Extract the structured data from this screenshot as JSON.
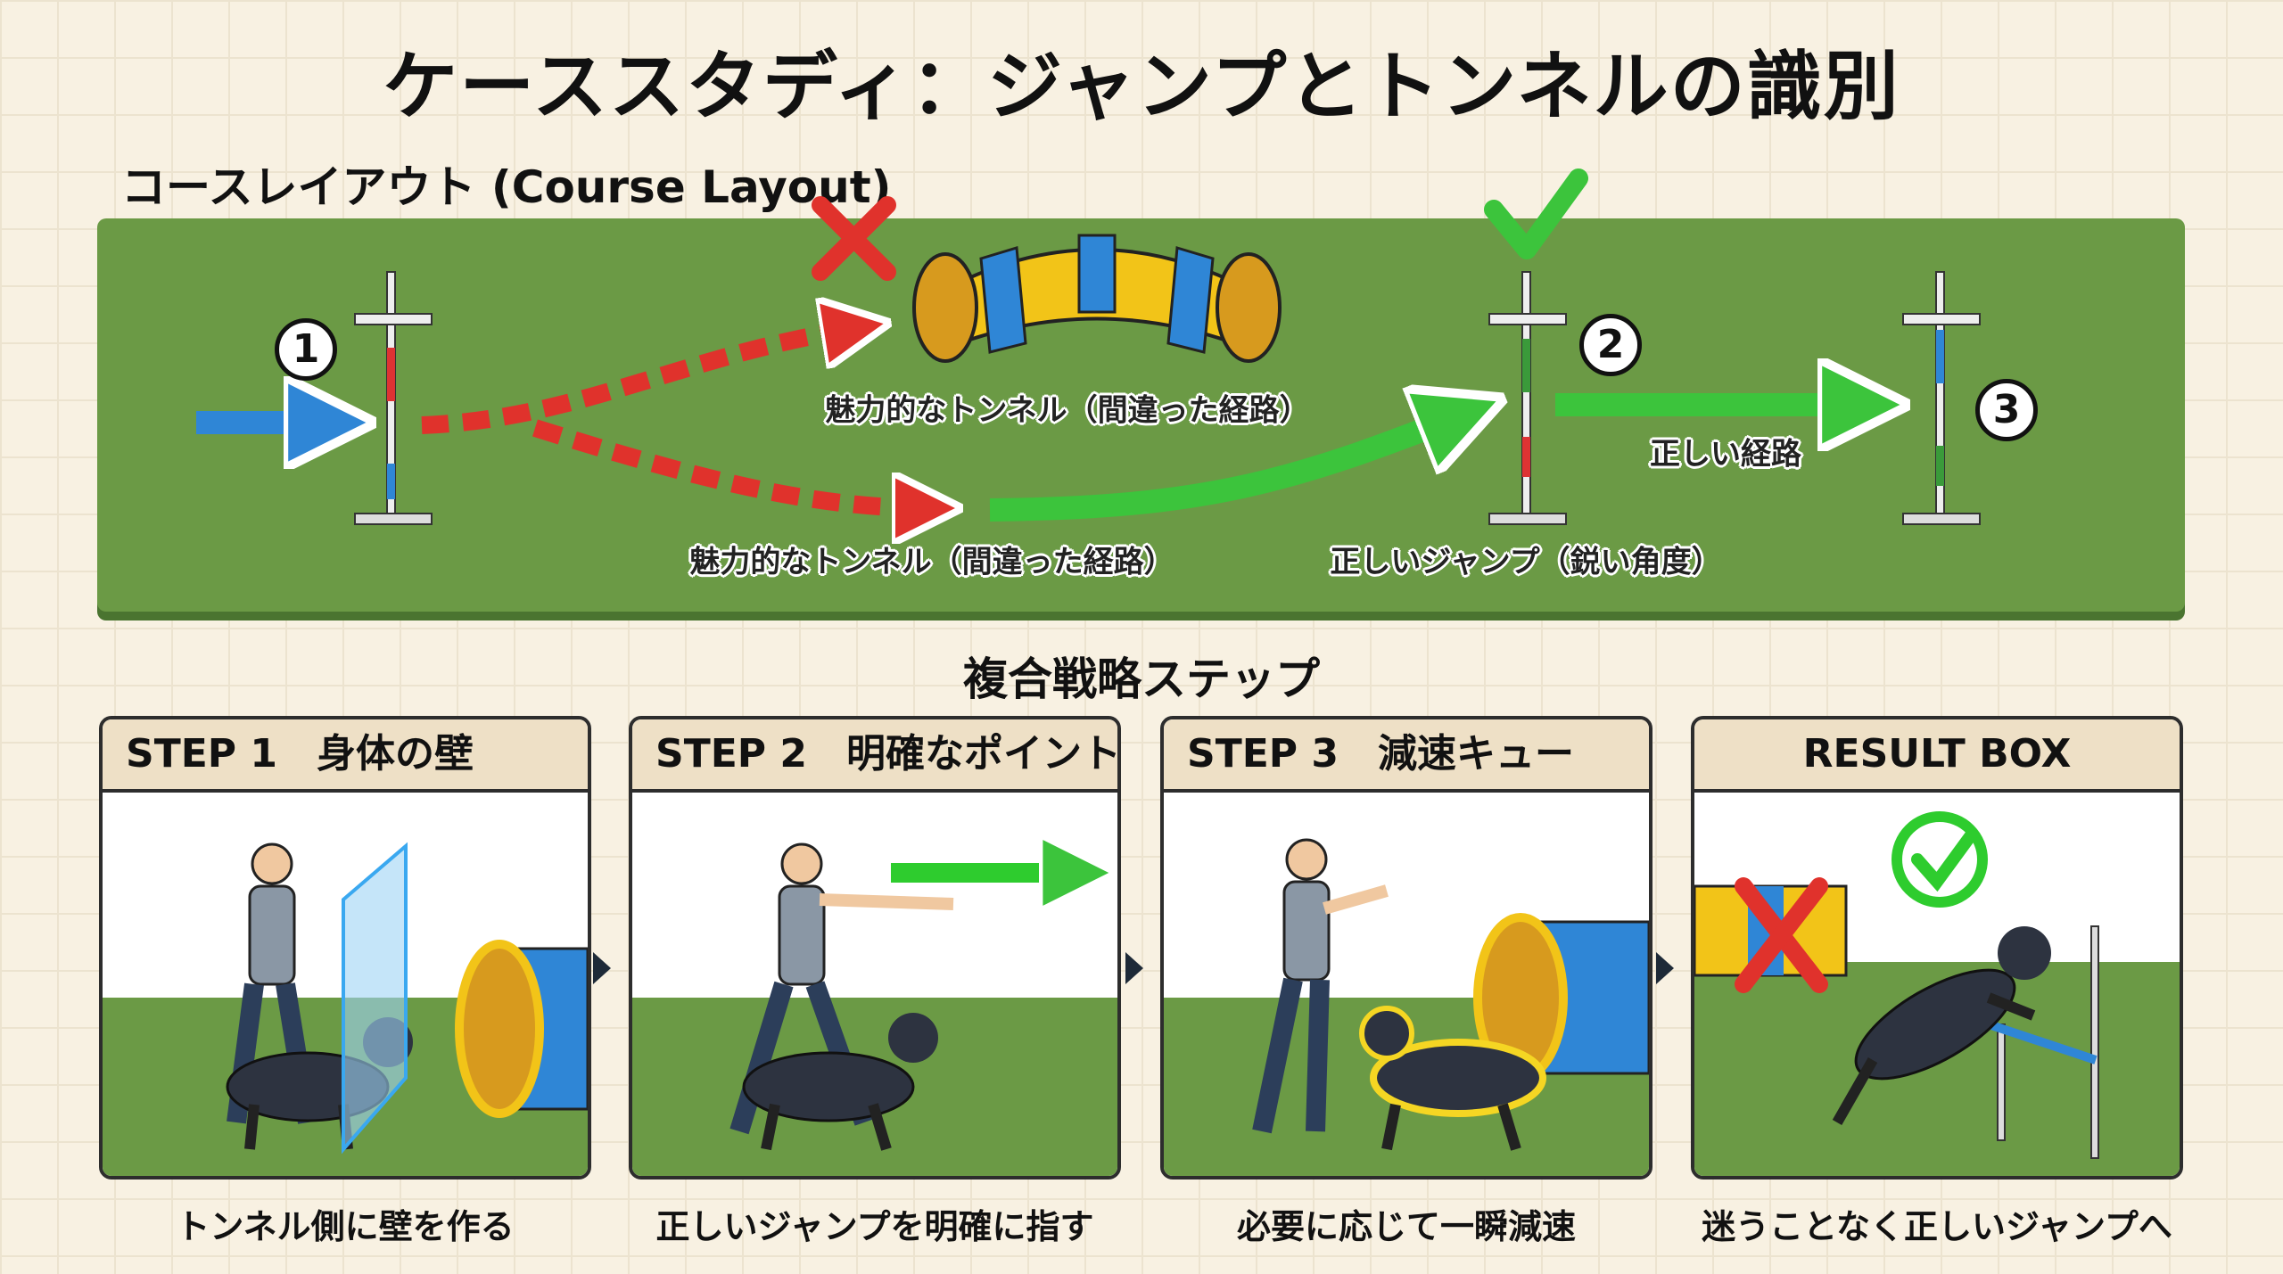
{
  "title": "ケーススタディ：ジャンプとトンネルの識別",
  "course": {
    "heading": "コースレイアウト (Course Layout)",
    "markers": [
      "1",
      "2",
      "3"
    ],
    "labels": {
      "tunnel_upper": "魅力的なトンネル（間違った経路）",
      "tunnel_lower": "魅力的なトンネル（間違った経路）",
      "correct_jump": "正しいジャンプ（鋭い角度）",
      "correct_path": "正しい経路"
    },
    "colors": {
      "field": "#6b9a45",
      "wrong": "#e0322c",
      "correct": "#3cc43c",
      "entry": "#2f86d6"
    }
  },
  "steps_heading": "複合戦略ステップ",
  "steps": [
    {
      "header": "STEP 1　身体の壁",
      "caption": "トンネル側に壁を作る"
    },
    {
      "header": "STEP 2　明確なポイント",
      "caption": "正しいジャンプを明確に指す"
    },
    {
      "header": "STEP 3　減速キュー",
      "caption": "必要に応じて一瞬減速"
    },
    {
      "header": "RESULT BOX",
      "caption": "迷うことなく正しいジャンプへ"
    }
  ]
}
